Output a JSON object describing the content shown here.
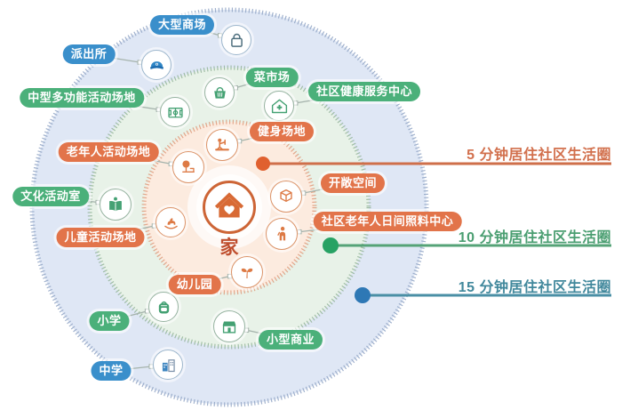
{
  "center": {
    "label": "家"
  },
  "rings": [
    {
      "id": "5min",
      "label": "5 分钟居住社区生活圈",
      "text_color": "#d2704d",
      "line_color": "#cf6f4a",
      "dot_color": "#e0602f",
      "zone_fill": "#fcebdf",
      "hatch_color": "#dfa082"
    },
    {
      "id": "10min",
      "label": "10 分钟居住社区生活圈",
      "text_color": "#4a9e71",
      "line_color": "#55a377",
      "dot_color": "#27a264",
      "zone_fill": "#e8f2e8",
      "hatch_color": "#99b8a0"
    },
    {
      "id": "15min",
      "label": "15 分钟居住社区生活圈",
      "text_color": "#41889c",
      "line_color": "#4a8fa5",
      "dot_color": "#2e78b5",
      "zone_fill": "#dfe7f5",
      "hatch_color": "#96a9c8"
    }
  ],
  "categories": {
    "5min": {
      "pill_color": "#e2744a",
      "circle_border": "#db9368"
    },
    "10min": {
      "pill_color": "#4bb07a",
      "circle_border": "#96b3a0"
    },
    "15min": {
      "pill_color": "#3a8fcb",
      "circle_border": "#9cb6cc"
    }
  },
  "facilities": [
    {
      "id": "large-shopping-mall",
      "label": "大型商场",
      "zone": "15min",
      "icon": "shopping-bag-icon"
    },
    {
      "id": "police-station",
      "label": "派出所",
      "zone": "15min",
      "icon": "police-cap-icon"
    },
    {
      "id": "middle-school",
      "label": "中学",
      "zone": "15min",
      "icon": "school-buildings-icon"
    },
    {
      "id": "medium-multifunction-ground",
      "label": "中型多功能活动场地",
      "zone": "10min",
      "icon": "sports-field-icon"
    },
    {
      "id": "vegetable-market",
      "label": "菜市场",
      "zone": "10min",
      "icon": "market-basket-icon"
    },
    {
      "id": "community-health-center",
      "label": "社区健康服务中心",
      "zone": "10min",
      "icon": "health-house-icon"
    },
    {
      "id": "cultural-activity-room",
      "label": "文化活动室",
      "zone": "10min",
      "icon": "reading-book-icon"
    },
    {
      "id": "primary-school",
      "label": "小学",
      "zone": "10min",
      "icon": "backpack-icon"
    },
    {
      "id": "small-business",
      "label": "小型商业",
      "zone": "10min",
      "icon": "storefront-icon"
    },
    {
      "id": "fitness-ground",
      "label": "健身场地",
      "zone": "5min",
      "icon": "fitness-icon"
    },
    {
      "id": "open-space",
      "label": "开敞空间",
      "zone": "5min",
      "icon": "cube-icon"
    },
    {
      "id": "elderly-daycare-center",
      "label": "社区老年人日间照料中心",
      "zone": "5min",
      "icon": "elder-person-icon"
    },
    {
      "id": "elderly-activity-ground",
      "label": "老年人活动场地",
      "zone": "5min",
      "icon": "tree-bench-icon"
    },
    {
      "id": "children-activity-ground",
      "label": "儿童活动场地",
      "zone": "5min",
      "icon": "rocking-horse-icon"
    },
    {
      "id": "kindergarten",
      "label": "幼儿园",
      "zone": "5min",
      "icon": "sprout-icon"
    }
  ]
}
